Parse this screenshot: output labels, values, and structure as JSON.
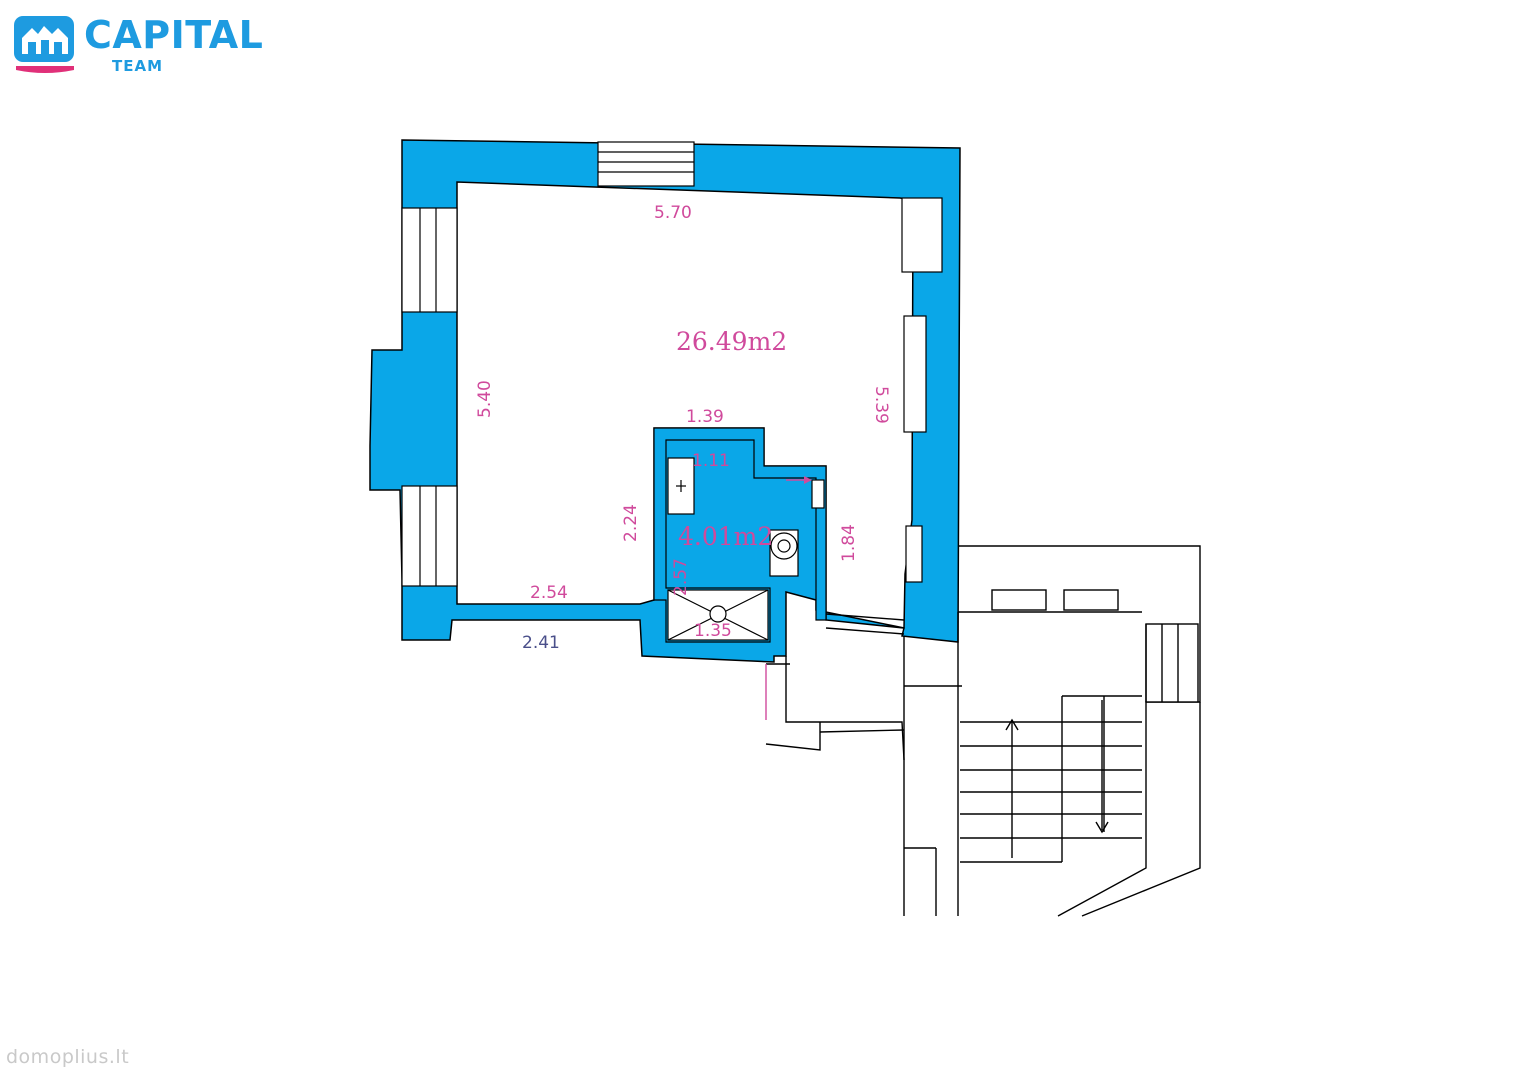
{
  "logo": {
    "name": "CAPITAL",
    "sub": "TEAM",
    "brand_color": "#1e9be0",
    "accent_color": "#e03079"
  },
  "watermark": "domoplius.lt",
  "rooms": [
    {
      "id": "main",
      "area": "26.49m2"
    },
    {
      "id": "bath",
      "area": "4.01m2"
    }
  ],
  "dimensions": [
    "5.70",
    "5.40",
    "5.39",
    "1.39",
    "1.11",
    "2.24",
    "1.84",
    "2.57",
    "2.54",
    "1.35",
    "2.41"
  ],
  "colors": {
    "wall": "#0aa7e8",
    "line": "#000000",
    "label": "#d04a9c",
    "label_dark": "#4a4f8a"
  }
}
